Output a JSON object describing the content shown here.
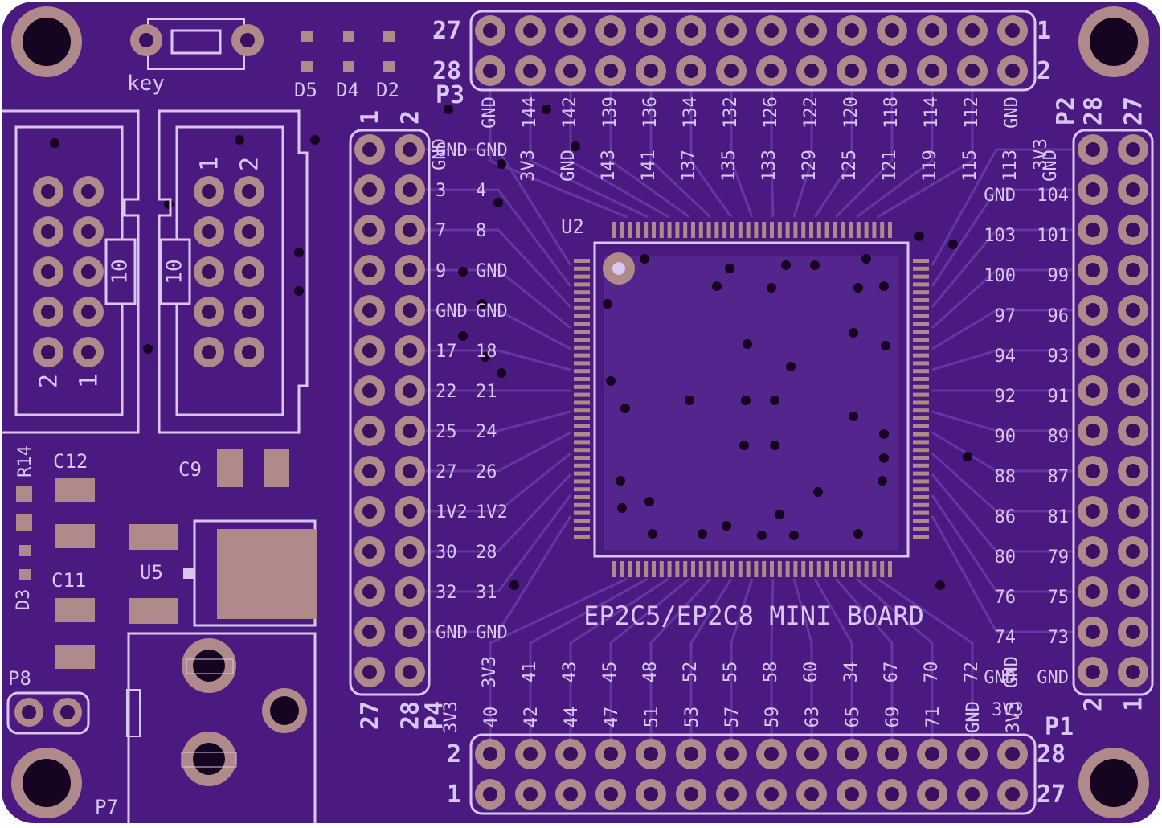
{
  "board": {
    "title": "EP2C5/EP2C8 MINI BOARD",
    "colors": {
      "board": "#4a1a80",
      "pour": "#5a2a94",
      "trace": "#6a3aa8",
      "silk": "#d8c8f0",
      "pad": "#b08a8a",
      "pad_hole": "#3a1060",
      "via": "#150520"
    }
  },
  "labels": {
    "key": "key",
    "d5": "D5",
    "d4": "D4",
    "d2": "D2",
    "p3": "P3",
    "p2": "P2",
    "p4": "P4",
    "p1": "P1",
    "p7": "P7",
    "p8": "P8",
    "u2": "U2",
    "u5": "U5",
    "c9": "C9",
    "c11": "C11",
    "c12": "C12",
    "r14": "R14",
    "d3": "D3",
    "res10_a": "10",
    "res10_b": "10",
    "idc_left_2": "2",
    "idc_left_1": "1",
    "idc_right_1": "1",
    "idc_right_2": "2",
    "p3_27": "27",
    "p3_28": "28",
    "p3_1": "1",
    "p3_2": "2",
    "p2_28": "28",
    "p2_27": "27",
    "p2_2": "2",
    "p2_1": "1",
    "p4_1": "1",
    "p4_2": "2",
    "p4_27": "27",
    "p4_28": "28",
    "p1_2": "2",
    "p1_1": "1",
    "p1_28": "28",
    "p1_27": "27"
  },
  "top_header": {
    "row1": [
      "GND",
      "144",
      "142",
      "139",
      "136",
      "134",
      "132",
      "126",
      "122",
      "120",
      "118",
      "114",
      "112",
      "GND"
    ],
    "row2": [
      "3V3",
      "GND",
      "143",
      "141",
      "137",
      "135",
      "133",
      "129",
      "125",
      "121",
      "119",
      "115",
      "113",
      "GND"
    ],
    "corner_left": "GND",
    "corner_right": "3V3"
  },
  "bottom_header": {
    "row_top": [
      "3V3",
      "41",
      "43",
      "45",
      "48",
      "52",
      "55",
      "58",
      "60",
      "34",
      "67",
      "70",
      "72",
      "GND"
    ],
    "row_bottom": [
      "3V3",
      "40",
      "42",
      "44",
      "47",
      "51",
      "53",
      "57",
      "59",
      "63",
      "65",
      "69",
      "71",
      "GND",
      "3V3"
    ],
    "extra": "3V3"
  },
  "left_header": [
    [
      "GND",
      "GND"
    ],
    [
      "3",
      "4"
    ],
    [
      "7",
      "8"
    ],
    [
      "9",
      "GND"
    ],
    [
      "GND",
      "GND"
    ],
    [
      "17",
      "18"
    ],
    [
      "22",
      "21"
    ],
    [
      "25",
      "24"
    ],
    [
      "27",
      "26"
    ],
    [
      "1V2",
      "1V2"
    ],
    [
      "30",
      "28"
    ],
    [
      "32",
      "31"
    ],
    [
      "GND",
      "GND"
    ]
  ],
  "right_header": [
    [
      "GND",
      "104"
    ],
    [
      "103",
      "101"
    ],
    [
      "100",
      "99"
    ],
    [
      "97",
      "96"
    ],
    [
      "94",
      "93"
    ],
    [
      "92",
      "91"
    ],
    [
      "90",
      "89"
    ],
    [
      "88",
      "87"
    ],
    [
      "86",
      "81"
    ],
    [
      "80",
      "79"
    ],
    [
      "76",
      "75"
    ],
    [
      "74",
      "73"
    ],
    [
      "GND",
      "GND"
    ]
  ]
}
